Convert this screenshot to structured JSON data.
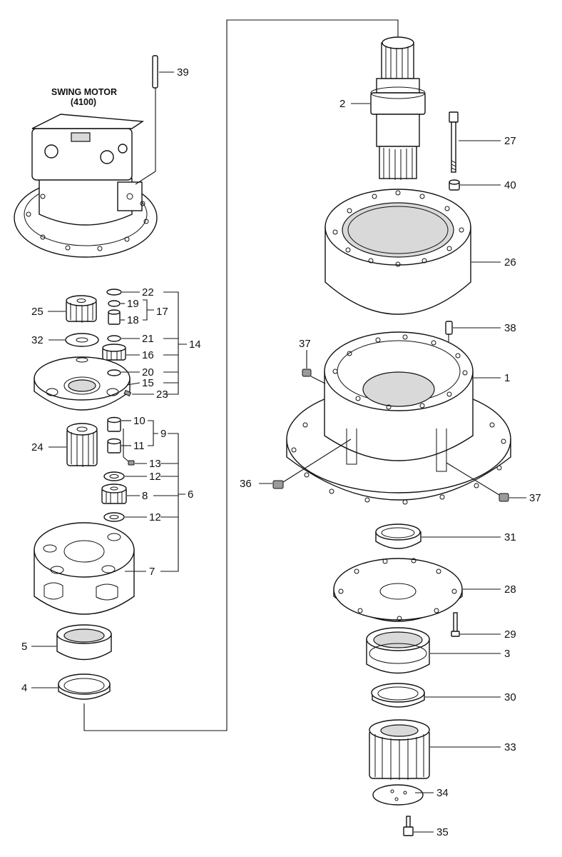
{
  "diagram": {
    "motor_title": "SWING MOTOR",
    "motor_code": "(4100)",
    "callouts": {
      "c1": "1",
      "c2": "2",
      "c3": "3",
      "c4": "4",
      "c5": "5",
      "c6": "6",
      "c7": "7",
      "c8": "8",
      "c9": "9",
      "c10": "10",
      "c11": "11",
      "c12a": "12",
      "c12b": "12",
      "c13": "13",
      "c14": "14",
      "c15": "15",
      "c16": "16",
      "c17": "17",
      "c18": "18",
      "c19": "19",
      "c20": "20",
      "c21": "21",
      "c22": "22",
      "c23": "23",
      "c24": "24",
      "c25": "25",
      "c26": "26",
      "c27": "27",
      "c28": "28",
      "c29": "29",
      "c30": "30",
      "c31": "31",
      "c32": "32",
      "c33": "33",
      "c34": "34",
      "c35": "35",
      "c36": "36",
      "c37a": "37",
      "c37b": "37",
      "c38": "38",
      "c39": "39",
      "c40": "40"
    }
  }
}
